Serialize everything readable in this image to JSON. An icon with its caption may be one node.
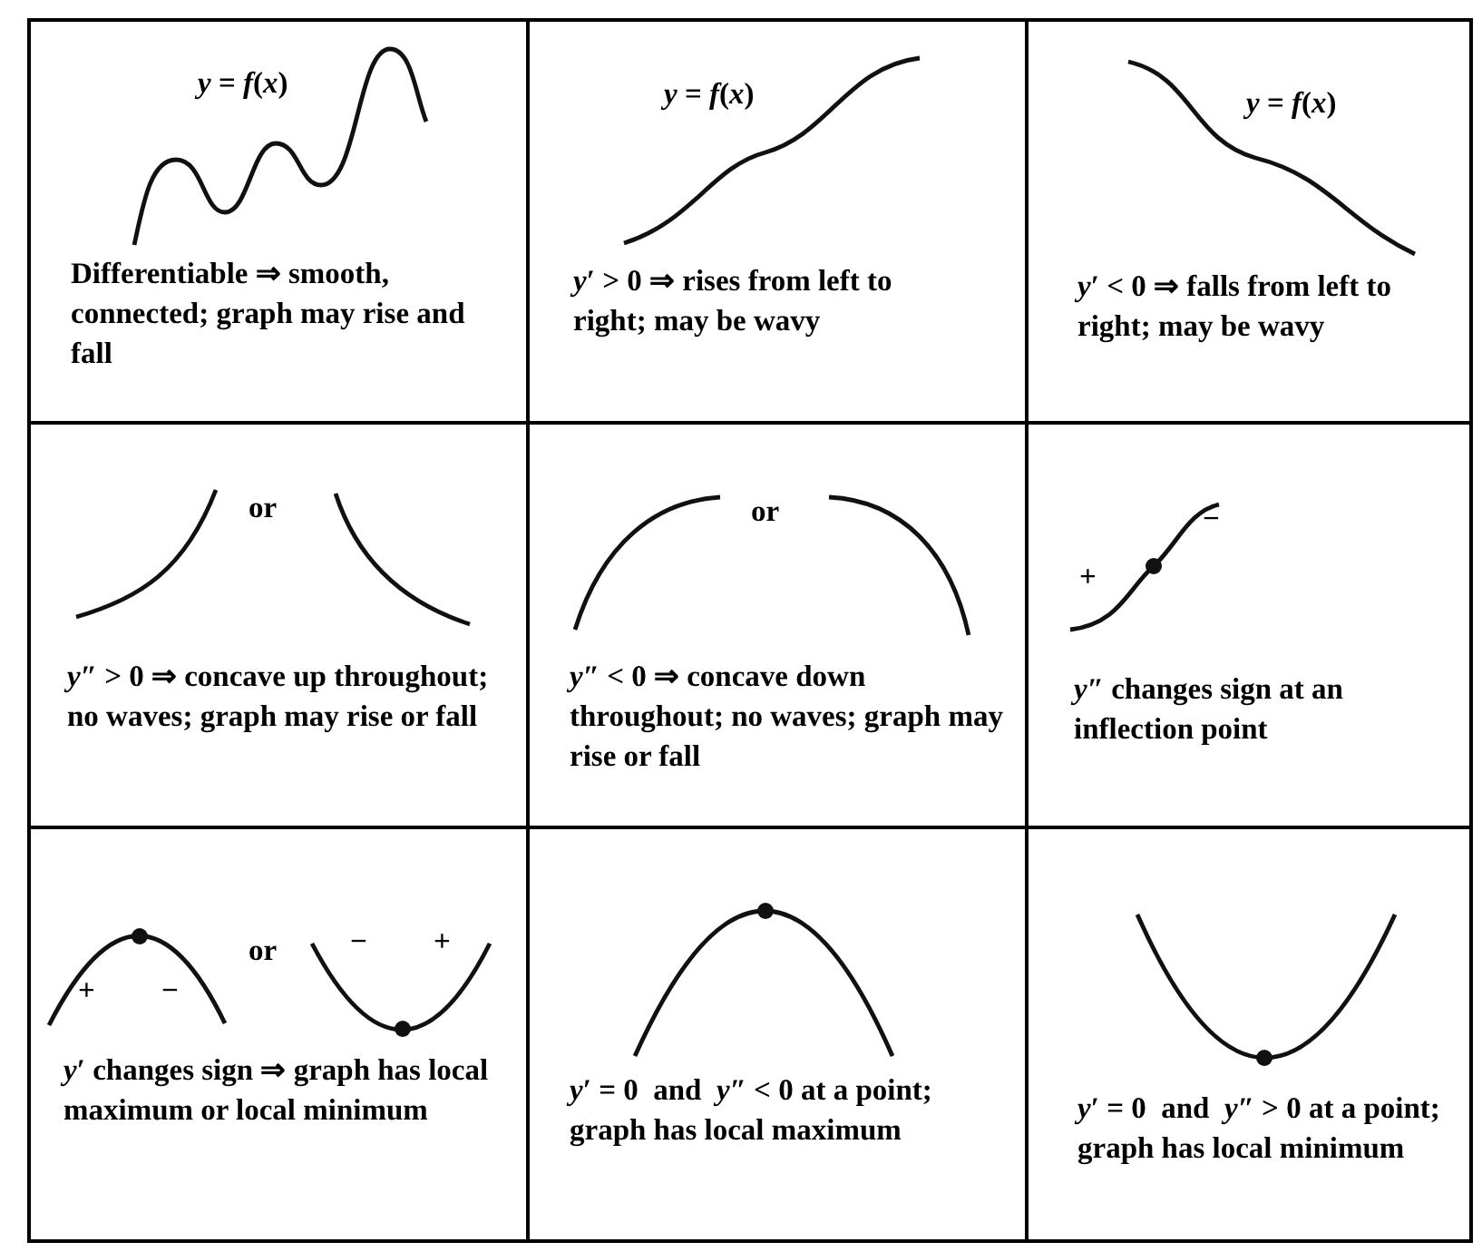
{
  "diagram": {
    "nodes": [
      {
        "text": [
          "*y* = *f*(*x*)",
          "Differentiable ⇒ smooth, connected; graph may rise and fall"
        ]
      },
      {
        "text": [
          "*y* = *f*(*x*)",
          "*y*′ > 0 ⇒ rises from left to right; may be wavy"
        ]
      },
      {
        "text": [
          "*y* = *f*(*x*)",
          "*y*′ < 0 ⇒ falls from left to right; may be wavy"
        ]
      },
      {
        "text": [
          "or",
          "*y*″ > 0 ⇒ concave up throughout; no waves; graph may rise or fall"
        ]
      },
      {
        "text": [
          "or",
          "*y*″ < 0 ⇒ concave down throughout; no waves; graph may rise or fall"
        ]
      },
      {
        "text": [
          "+",
          "−",
          "*y*″ changes sign at an inflection point"
        ]
      },
      {
        "text": [
          "+",
          "−",
          "or",
          "−",
          "+",
          "*y*′ changes sign ⇒ graph has local maximum or local minimum"
        ]
      },
      {
        "text": [
          "*y*′ = 0  and  *y*″ < 0 at a point; graph has local maximum"
        ]
      },
      {
        "text": [
          "*y*′ = 0  and  *y*″ > 0 at a point; graph has local minimum"
        ]
      }
    ]
  }
}
